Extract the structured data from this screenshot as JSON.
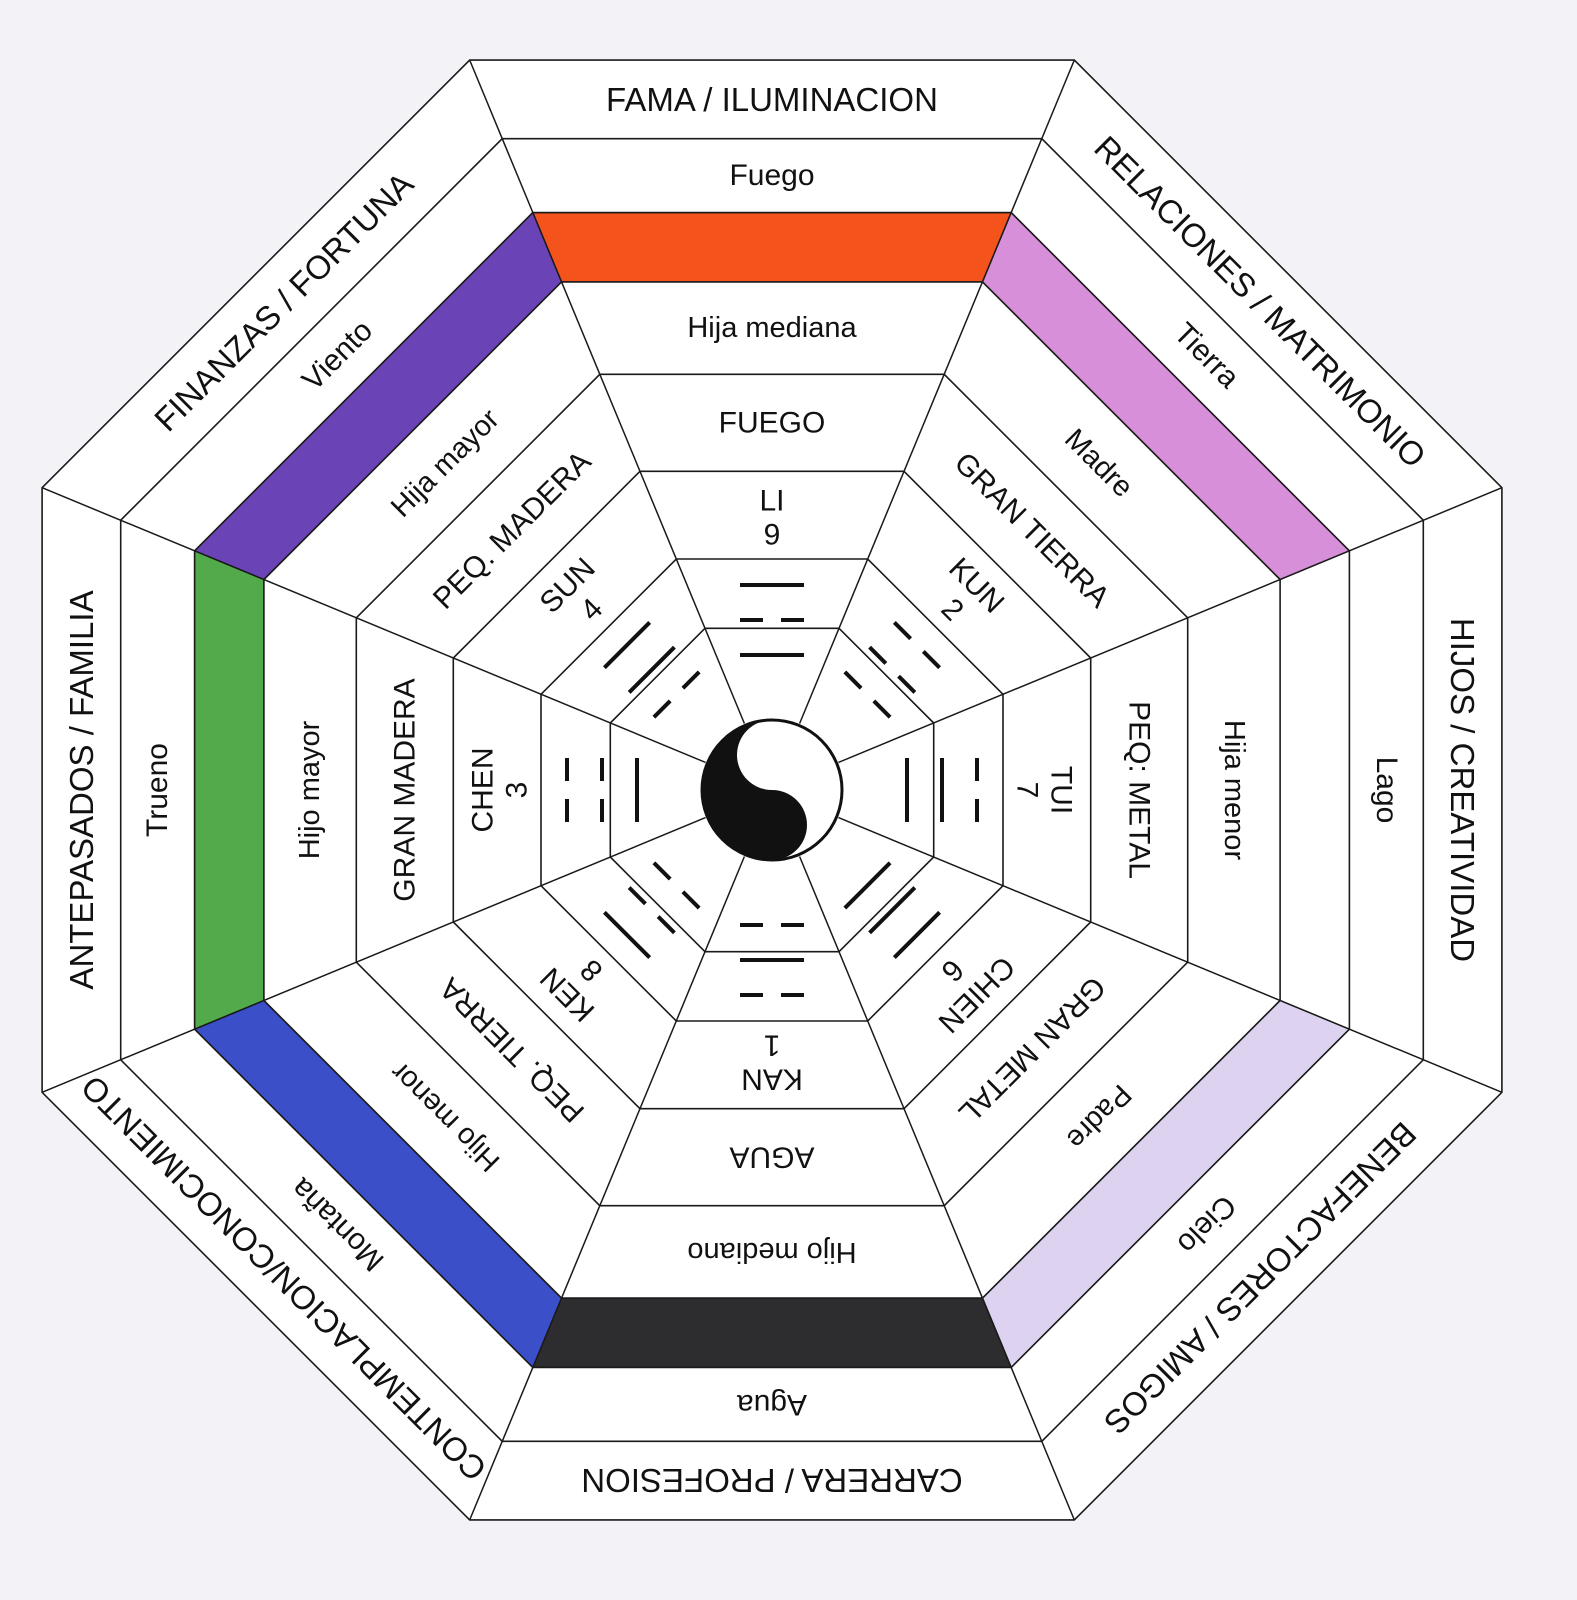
{
  "sectors": [
    {
      "id": "south",
      "area": "FAMA / ILUMINACION",
      "element": "Fuego",
      "band_color": "#f4541c",
      "family": "Hija mediana",
      "kind": "FUEGO",
      "name": "LI",
      "number": "9",
      "lines": [
        1,
        0,
        1
      ]
    },
    {
      "id": "southwest",
      "area": "RELACIONES / MATRIMONIO",
      "element": "Tierra",
      "band_color": "#d68fd8",
      "family": "Madre",
      "kind": "GRAN TIERRA",
      "name": "KUN",
      "number": "2",
      "lines": [
        0,
        0,
        0
      ]
    },
    {
      "id": "west",
      "area": "HIJOS / CREATIVIDAD",
      "element": "Lago",
      "band_color": "",
      "family": "Hija menor",
      "kind": "PEQ: METAL",
      "name": "TUI",
      "number": "7",
      "lines": [
        0,
        1,
        1
      ]
    },
    {
      "id": "northwest",
      "area": "BENEFACTORES / AMIGOS",
      "element": "Cielo",
      "band_color": "#ddd2f0",
      "family": "Padre",
      "kind": "GRAN METAL",
      "name": "CHIEN",
      "number": "6",
      "lines": [
        1,
        1,
        1
      ]
    },
    {
      "id": "north",
      "area": "CARRERA / PROFESION",
      "element": "Agua",
      "band_color": "#2d2d2f",
      "family": "Hijo mediano",
      "kind": "AGUA",
      "name": "KAN",
      "number": "1",
      "lines": [
        0,
        1,
        0
      ]
    },
    {
      "id": "northeast",
      "area": "CONTEMPLACION/CONOCIMIENTO",
      "element": "Montaña",
      "band_color": "#3b4fc9",
      "family": "Hijo menor",
      "kind": "PEQ. TIERRA",
      "name": "KEN",
      "number": "8",
      "lines": [
        1,
        0,
        0
      ]
    },
    {
      "id": "east",
      "area": "ANTEPASADOS / FAMILIA",
      "element": "Trueno",
      "band_color": "#52aa4a",
      "family": "Hijo mayor",
      "kind": "GRAN MADERA",
      "name": "CHEN",
      "number": "3",
      "lines": [
        0,
        0,
        1
      ]
    },
    {
      "id": "southeast",
      "area": "FINANZAS / FORTUNA",
      "element": "Viento",
      "band_color": "#6a44b6",
      "family": "Hija mayor",
      "kind": "PEQ. MADERA",
      "name": "SUN",
      "number": "4",
      "lines": [
        1,
        1,
        0
      ]
    }
  ],
  "colors": {
    "line": "#1a1a1a",
    "fill": "#ffffff",
    "yin": "#111111",
    "yang": "#ffffff"
  },
  "center": {
    "icon": "yin-yang-icon"
  }
}
